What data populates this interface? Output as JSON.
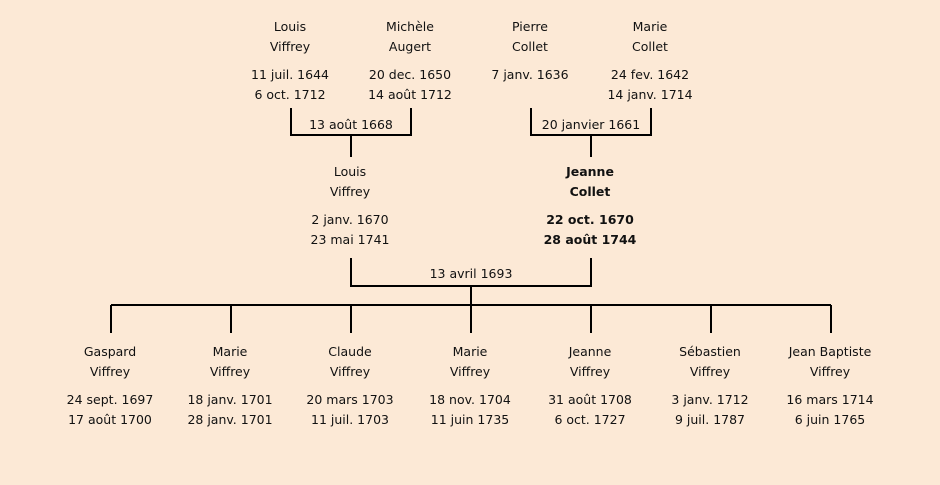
{
  "grandparents": [
    {
      "first": "Louis",
      "last": "Viffrey",
      "birth": "11 juil. 1644",
      "death": "6 oct. 1712"
    },
    {
      "first": "Michèle",
      "last": "Augert",
      "birth": "20 dec. 1650",
      "death": "14 août 1712"
    },
    {
      "first": "Pierre",
      "last": "Collet",
      "birth": "7 janv. 1636",
      "death": ""
    },
    {
      "first": "Marie",
      "last": "Collet",
      "birth": "24 fev. 1642",
      "death": "14 janv. 1714"
    }
  ],
  "grandparent_marriages": [
    "13 août 1668",
    "20 janvier 1661"
  ],
  "parents": [
    {
      "first": "Louis",
      "last": "Viffrey",
      "birth": "2 janv. 1670",
      "death": "23 mai 1741"
    },
    {
      "first": "Jeanne",
      "last": "Collet",
      "birth": "22 oct. 1670",
      "death": "28 août 1744"
    }
  ],
  "parent_marriage": "13 avril 1693",
  "children": [
    {
      "first": "Gaspard",
      "last": "Viffrey",
      "birth": "24 sept. 1697",
      "death": "17 août 1700"
    },
    {
      "first": "Marie",
      "last": "Viffrey",
      "birth": "18 janv. 1701",
      "death": "28 janv. 1701"
    },
    {
      "first": "Claude",
      "last": "Viffrey",
      "birth": "20 mars 1703",
      "death": "11 juil. 1703"
    },
    {
      "first": "Marie",
      "last": "Viffrey",
      "birth": "18 nov. 1704",
      "death": "11 juin 1735"
    },
    {
      "first": "Jeanne",
      "last": "Viffrey",
      "birth": "31 août 1708",
      "death": "6 oct. 1727"
    },
    {
      "first": "Sébastien",
      "last": "Viffrey",
      "birth": "3 janv. 1712",
      "death": "9 juil. 1787"
    },
    {
      "first": "Jean Baptiste",
      "last": "Viffrey",
      "birth": "16 mars 1714",
      "death": "6 juin 1765"
    }
  ]
}
